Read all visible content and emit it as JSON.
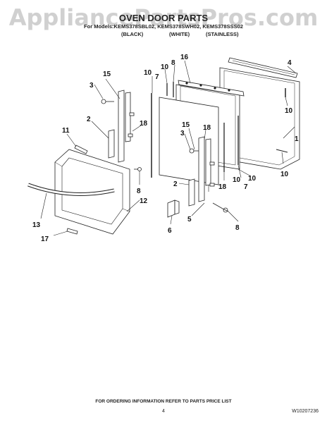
{
  "watermark": "AppliancePartsPros.com",
  "header": {
    "title": "OVEN DOOR PARTS",
    "models": "For Models:KEMS378SBL02, KEMS378SWH02, KEMS378SSS02",
    "variants": [
      "(BLACK)",
      "(WHITE)",
      "(STAINLESS)"
    ]
  },
  "callouts": {
    "c1": "1",
    "c2a": "2",
    "c2b": "2",
    "c3a": "3",
    "c3b": "3",
    "c4": "4",
    "c5": "5",
    "c6": "6",
    "c7a": "7",
    "c7b": "7",
    "c8a": "8",
    "c8b": "8",
    "c8c": "8",
    "c10a": "10",
    "c10b": "10",
    "c10c": "10",
    "c10d": "10",
    "c10e": "10",
    "c10f": "10",
    "c11": "11",
    "c12": "12",
    "c13": "13",
    "c15a": "15",
    "c15b": "15",
    "c16": "16",
    "c17": "17",
    "c18a": "18",
    "c18b": "18",
    "c18c": "18"
  },
  "footer": {
    "note": "FOR ORDERING INFORMATION REFER TO PARTS PRICE LIST",
    "page": "4",
    "doc_id": "W10207236"
  }
}
